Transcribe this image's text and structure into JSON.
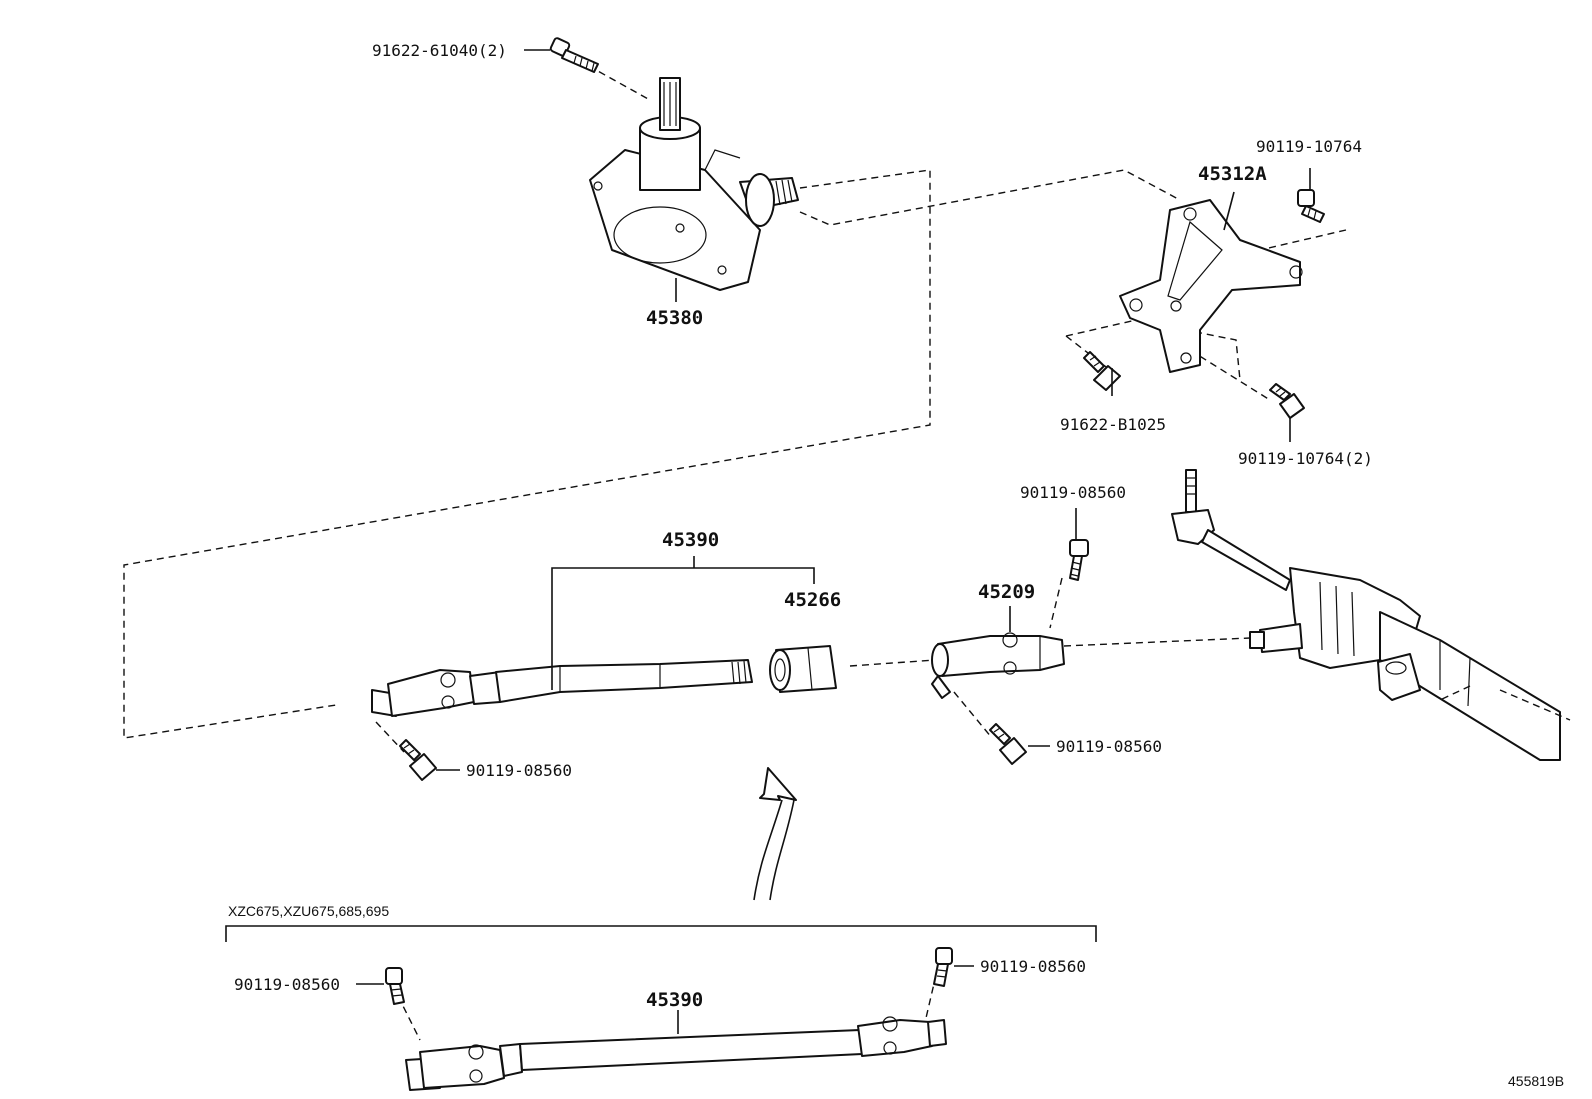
{
  "diagram_id": "455819B",
  "variant_note": "XZC675,XZU675,685,695",
  "parts": {
    "steering_column_bolt": "91622-61040(2)",
    "gear_box": "45380",
    "bracket": "45312A",
    "bracket_bolt_top": "90119-10764",
    "bracket_bolt_left": "91622-B1025",
    "bracket_bolt_bottom": "90119-10764(2)",
    "intermediate_shaft": "45390",
    "sleeve": "45266",
    "yoke": "45209",
    "yoke_bolt_upper": "90119-08560",
    "yoke_bolt_lower": "90119-08560",
    "shaft_bolt": "90119-08560",
    "alt_shaft": "45390",
    "alt_shaft_bolt_left": "90119-08560",
    "alt_shaft_bolt_right": "90119-08560"
  }
}
